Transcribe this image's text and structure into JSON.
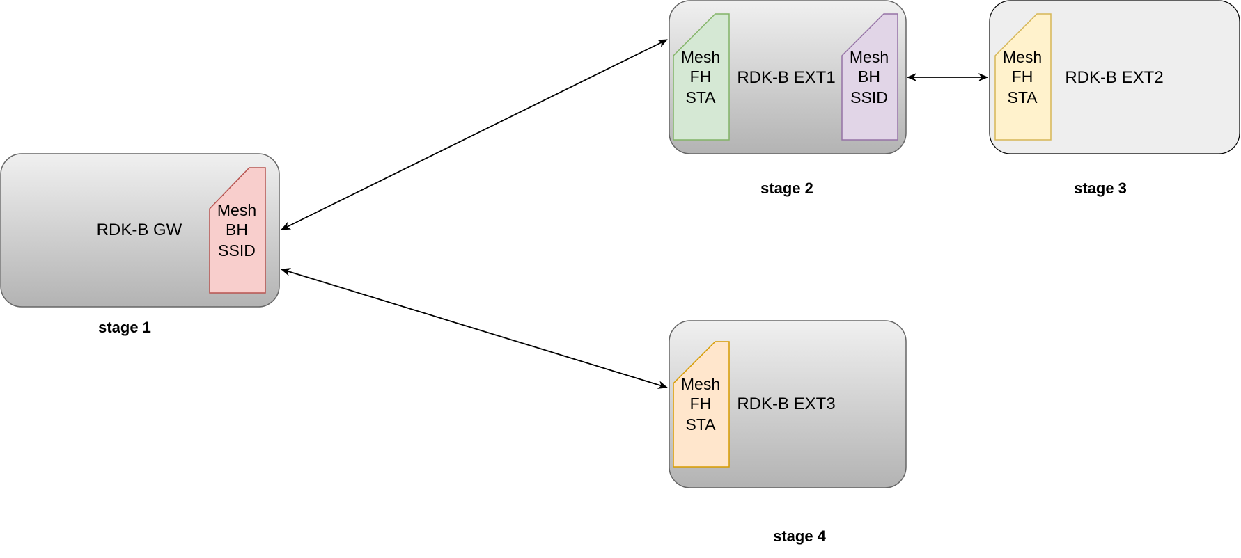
{
  "colors": {
    "box_stroke": "#666666",
    "box_grad_top": "#f0f0f0",
    "box_grad_bottom": "#b3b3b3",
    "box_flat_fill": "#eeeeee",
    "arrow": "#000000",
    "tag_red_fill": "#f8cecc",
    "tag_red_stroke": "#b85450",
    "tag_green_fill": "#d5e8d4",
    "tag_green_stroke": "#82b366",
    "tag_purple_fill": "#e1d5e7",
    "tag_purple_stroke": "#9673a6",
    "tag_yellow_fill": "#fff2cc",
    "tag_yellow_stroke": "#d6b656",
    "tag_orange_fill": "#ffe6cc",
    "tag_orange_stroke": "#d79b00"
  },
  "nodes": {
    "gw": {
      "label": "RDK-B GW",
      "tag": {
        "line1": "Mesh",
        "line2": "BH",
        "line3": "SSID"
      }
    },
    "ext1": {
      "label": "RDK-B EXT1",
      "tag_left": {
        "line1": "Mesh",
        "line2": "FH",
        "line3": "STA"
      },
      "tag_right": {
        "line1": "Mesh",
        "line2": "BH",
        "line3": "SSID"
      }
    },
    "ext2": {
      "label": "RDK-B EXT2",
      "tag": {
        "line1": "Mesh",
        "line2": "FH",
        "line3": "STA"
      }
    },
    "ext3": {
      "label": "RDK-B EXT3",
      "tag": {
        "line1": "Mesh",
        "line2": "FH",
        "line3": "STA"
      }
    }
  },
  "stages": {
    "s1": "stage 1",
    "s2": "stage 2",
    "s3": "stage 3",
    "s4": "stage 4"
  },
  "connections": [
    {
      "from": "gw",
      "to": "ext1",
      "direction": "bidirectional"
    },
    {
      "from": "ext1",
      "to": "ext2",
      "direction": "bidirectional"
    },
    {
      "from": "gw",
      "to": "ext3",
      "direction": "bidirectional"
    }
  ]
}
